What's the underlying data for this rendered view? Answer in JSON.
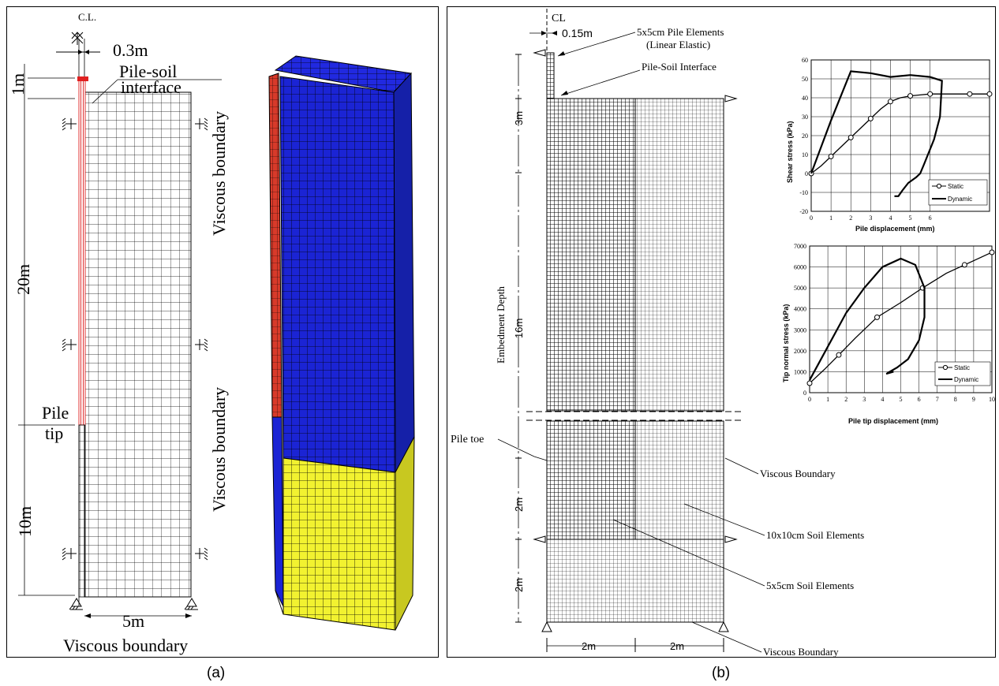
{
  "captions": {
    "a": "(a)",
    "b": "(b)"
  },
  "panel_a": {
    "cl": "C.L.",
    "pile_width": "0.3m",
    "interface": [
      "Pile-soil",
      "interface"
    ],
    "dims": {
      "top": "1m",
      "embed": "20m",
      "below": "10m",
      "width": "5m"
    },
    "pile_tip": [
      "Pile",
      "tip"
    ],
    "viscous_right": "Viscous boundary",
    "viscous_bottom": "Viscous boundary",
    "colors": {
      "pile": "#e03030",
      "upper_soil": "#1b24d4",
      "lower_soil": "#f2f230"
    }
  },
  "panel_b": {
    "cl": "CL",
    "pile_half_width": "0.15m",
    "pile_elements": [
      "5x5cm Pile Elements",
      "(Linear Elastic)"
    ],
    "interface": "Pile-Soil Interface",
    "dims": {
      "top": "3m",
      "embed": "16m",
      "embed_label": "Embedment Depth",
      "below_toe": "2m",
      "bottom": "2m",
      "w_left": "2m",
      "w_right": "2m"
    },
    "pile_toe": "Pile toe",
    "viscous_right": "Viscous Boundary",
    "soil_10": "10x10cm Soil Elements",
    "soil_5": "5x5cm Soil Elements",
    "viscous_bottom": "Viscous Boundary"
  },
  "chart_data": [
    {
      "type": "line",
      "xlabel": "Pile displacement (mm)",
      "ylabel": "Shear stress (kPa)",
      "xlim": [
        0,
        9
      ],
      "ylim": [
        -20,
        60
      ],
      "xticks": [
        0,
        1,
        2,
        3,
        4,
        5,
        6
      ],
      "yticks": [
        -20,
        -10,
        0,
        10,
        20,
        30,
        40,
        50,
        60
      ],
      "legend": "bottom-right",
      "series": [
        {
          "name": "Static",
          "marker": "circle",
          "x": [
            0,
            0.5,
            1,
            1.5,
            2,
            2.5,
            3,
            3.5,
            4,
            4.5,
            5,
            5.5,
            6,
            7,
            8,
            9
          ],
          "y": [
            0,
            4,
            9,
            14,
            19,
            24,
            29,
            34,
            38,
            40,
            41,
            41.5,
            42,
            42,
            42,
            42
          ]
        },
        {
          "name": "Dynamic",
          "marker": "none",
          "x": [
            0,
            1,
            2,
            3,
            4,
            5,
            6,
            6.6,
            6.5,
            6.2,
            5.7,
            5.5,
            5.3,
            4.9,
            4.6,
            4.4,
            4.2
          ],
          "y": [
            0,
            28,
            54,
            53,
            51,
            52,
            51,
            49,
            30,
            18,
            5,
            0,
            -2,
            -5,
            -9,
            -12,
            -12
          ]
        }
      ]
    },
    {
      "type": "line",
      "xlabel": "Pile tip displacement (mm)",
      "ylabel": "Tip normal stress (kPa)",
      "xlim": [
        0,
        10
      ],
      "ylim": [
        0,
        7000
      ],
      "xticks": [
        0,
        1,
        2,
        3,
        4,
        5,
        6,
        7,
        8,
        9,
        10
      ],
      "yticks": [
        0,
        1000,
        2000,
        3000,
        4000,
        5000,
        6000,
        7000
      ],
      "legend": "bottom-right",
      "series": [
        {
          "name": "Static",
          "marker": "circle",
          "x": [
            0,
            0.8,
            1.6,
            2.5,
            3.7,
            5,
            6.2,
            7.5,
            8.5,
            10
          ],
          "y": [
            450,
            1100,
            1800,
            2600,
            3600,
            4300,
            5000,
            5700,
            6100,
            6700
          ]
        },
        {
          "name": "Dynamic",
          "marker": "none",
          "x": [
            0,
            1,
            2,
            3,
            4,
            5,
            5.8,
            6.3,
            6.3,
            6,
            5.4,
            4.8,
            4.4,
            4.6,
            4.2
          ],
          "y": [
            600,
            2200,
            3800,
            5000,
            6000,
            6400,
            6100,
            5000,
            3600,
            2500,
            1600,
            1200,
            1000,
            1000,
            900
          ]
        }
      ]
    }
  ]
}
